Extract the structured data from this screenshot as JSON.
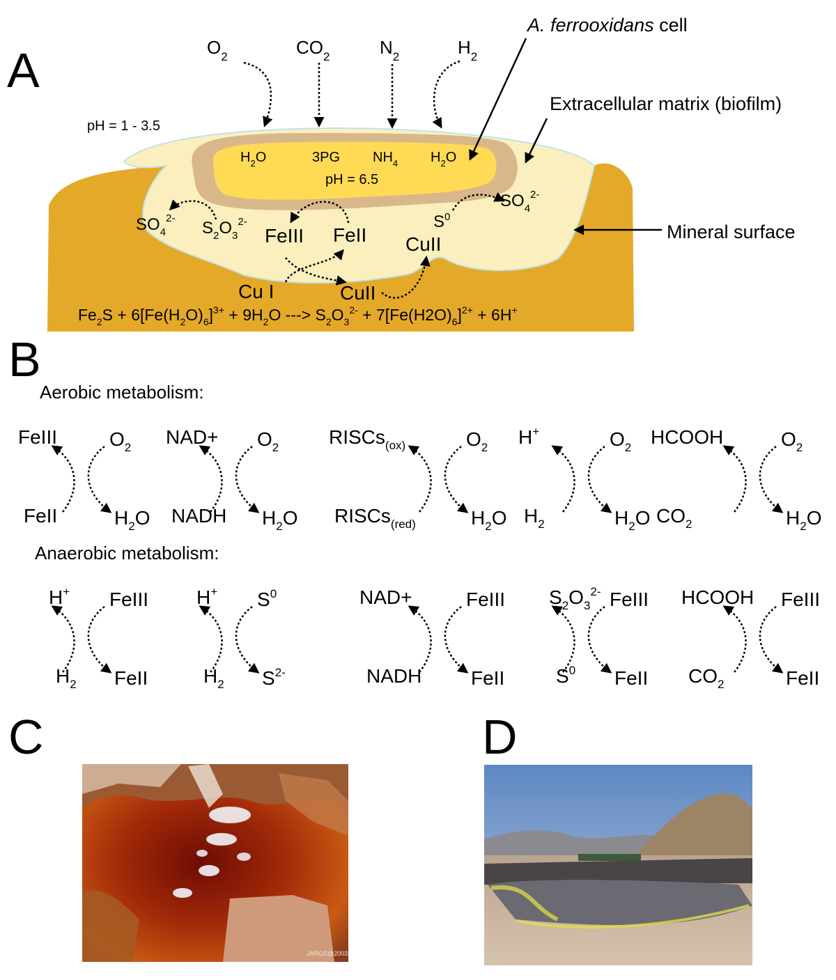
{
  "panels": {
    "a": "A",
    "b": "B",
    "c": "C",
    "d": "D"
  },
  "panel_a": {
    "gases": {
      "o2": [
        "O",
        "2"
      ],
      "co2": [
        "CO",
        "2"
      ],
      "n2": [
        "N",
        "2"
      ],
      "h2": [
        "H",
        "2"
      ]
    },
    "cell_label": "A. ferrooxidans",
    "cell_label_suffix": " cell",
    "matrix_label": "Extracellular matrix (biofilm)",
    "mineral_label": "Mineral surface",
    "ph_outside": "pH = 1 - 3.5",
    "ph_inside": "pH = 6.5",
    "inside_cell": {
      "h2o_left": [
        "H",
        "2",
        "O"
      ],
      "pg": "3PG",
      "nh4": [
        "NH",
        "4"
      ],
      "h2o_right": [
        "H",
        "2",
        "O"
      ]
    },
    "species": {
      "so4_left": [
        "SO",
        "4",
        "2-"
      ],
      "s2o3": [
        "S",
        "2",
        "O",
        "3",
        "2-"
      ],
      "fe3": "FeIII",
      "fe2": "FeII",
      "s0": [
        "S",
        "0"
      ],
      "so4_right": [
        "SO",
        "4",
        "2-"
      ],
      "cu2_upper": "CuII",
      "cu1": "Cu I",
      "cu2_lower": "CuII"
    },
    "equation": [
      [
        "Fe",
        ""
      ],
      [
        "2",
        "sub"
      ],
      [
        "S + 6[Fe(H",
        ""
      ],
      [
        "2",
        "sub"
      ],
      [
        "O)",
        ""
      ],
      [
        "6",
        "sub"
      ],
      [
        "]",
        ""
      ],
      [
        "3+",
        "sup"
      ],
      [
        " + 9H",
        ""
      ],
      [
        "2",
        "sub"
      ],
      [
        "O ---> S",
        ""
      ],
      [
        "2",
        "sub"
      ],
      [
        "O",
        ""
      ],
      [
        "3",
        "sub"
      ],
      [
        "2-",
        "sup"
      ],
      [
        " + 7[Fe(H2O)",
        ""
      ],
      [
        "6",
        "sub"
      ],
      [
        "]",
        ""
      ],
      [
        "2+",
        "sup"
      ],
      [
        " + 6H",
        ""
      ],
      [
        "+",
        "sup"
      ]
    ]
  },
  "panel_b": {
    "aerobic_title": "Aerobic metabolism:",
    "anaerobic_title": "Anaerobic metabolism:",
    "aerobic": [
      {
        "tl": [
          [
            "FeIII",
            ""
          ]
        ],
        "tr": [
          [
            "O",
            ""
          ],
          [
            "2",
            "sub"
          ]
        ],
        "bl": [
          [
            "FeII",
            ""
          ]
        ],
        "br": [
          [
            "H",
            ""
          ],
          [
            "2",
            "sub"
          ],
          [
            "O",
            ""
          ]
        ]
      },
      {
        "tl": [
          [
            "NAD+",
            ""
          ]
        ],
        "tr": [
          [
            "O",
            ""
          ],
          [
            "2",
            "sub"
          ]
        ],
        "bl": [
          [
            "NADH",
            ""
          ]
        ],
        "br": [
          [
            "H",
            ""
          ],
          [
            "2",
            "sub"
          ],
          [
            "O",
            ""
          ]
        ]
      },
      {
        "tl": [
          [
            "RISCs",
            ""
          ],
          [
            "(ox)",
            "sub"
          ]
        ],
        "tr": [
          [
            "O",
            ""
          ],
          [
            "2",
            "sub"
          ]
        ],
        "bl": [
          [
            "RISCs",
            ""
          ],
          [
            "(red)",
            "sub"
          ]
        ],
        "br": [
          [
            "H",
            ""
          ],
          [
            "2",
            "sub"
          ],
          [
            "O",
            ""
          ]
        ]
      },
      {
        "tl": [
          [
            "H",
            ""
          ],
          [
            "+",
            "sup"
          ]
        ],
        "tr": [
          [
            "O",
            ""
          ],
          [
            "2",
            "sub"
          ]
        ],
        "bl": [
          [
            "H",
            ""
          ],
          [
            "2",
            "sub"
          ]
        ],
        "br": [
          [
            "H",
            ""
          ],
          [
            "2",
            "sub"
          ],
          [
            "O",
            ""
          ]
        ]
      },
      {
        "tl": [
          [
            "HCOOH",
            ""
          ]
        ],
        "tr": [
          [
            "O",
            ""
          ],
          [
            "2",
            "sub"
          ]
        ],
        "bl": [
          [
            "CO",
            ""
          ],
          [
            "2",
            "sub"
          ]
        ],
        "br": [
          [
            "H",
            ""
          ],
          [
            "2",
            "sub"
          ],
          [
            "O",
            ""
          ]
        ]
      }
    ],
    "anaerobic": [
      {
        "tl": [
          [
            "H",
            ""
          ],
          [
            "+",
            "sup"
          ]
        ],
        "tr": [
          [
            "FeIII",
            ""
          ]
        ],
        "bl": [
          [
            "H",
            ""
          ],
          [
            "2",
            "sub"
          ]
        ],
        "br": [
          [
            "FeII",
            ""
          ]
        ]
      },
      {
        "tl": [
          [
            "H",
            ""
          ],
          [
            "+",
            "sup"
          ]
        ],
        "tr": [
          [
            "S",
            ""
          ],
          [
            "0",
            "sup"
          ]
        ],
        "bl": [
          [
            "H",
            ""
          ],
          [
            "2",
            "sub"
          ]
        ],
        "br": [
          [
            "S",
            ""
          ],
          [
            "2-",
            "sup"
          ]
        ]
      },
      {
        "tl": [
          [
            "NAD+",
            ""
          ]
        ],
        "tr": [
          [
            "FeIII",
            ""
          ]
        ],
        "bl": [
          [
            "NADH",
            ""
          ]
        ],
        "br": [
          [
            "FeII",
            ""
          ]
        ]
      },
      {
        "tl": [
          [
            "S",
            ""
          ],
          [
            "2",
            "sub"
          ],
          [
            "O",
            ""
          ],
          [
            "3",
            "sub"
          ],
          [
            "2-",
            "sup"
          ]
        ],
        "tr": [
          [
            "FeIII",
            ""
          ]
        ],
        "bl": [
          [
            "S",
            ""
          ],
          [
            "0",
            "sup"
          ]
        ],
        "br": [
          [
            "FeII",
            ""
          ]
        ]
      },
      {
        "tl": [
          [
            "HCOOH",
            ""
          ]
        ],
        "tr": [
          [
            "FeIII",
            ""
          ]
        ],
        "bl": [
          [
            "CO",
            ""
          ],
          [
            "2",
            "sub"
          ]
        ],
        "br": [
          [
            "FeII",
            ""
          ]
        ]
      }
    ]
  },
  "panel_c": {
    "watermark": "JARGS@2003"
  },
  "colors": {
    "mineral": "#E5A929",
    "biofilm": "#FCEFBE",
    "biofilm_edge": "#BFE3EA",
    "cell_wall": "#D8B88A",
    "cell_inside": "#FFDB55"
  }
}
